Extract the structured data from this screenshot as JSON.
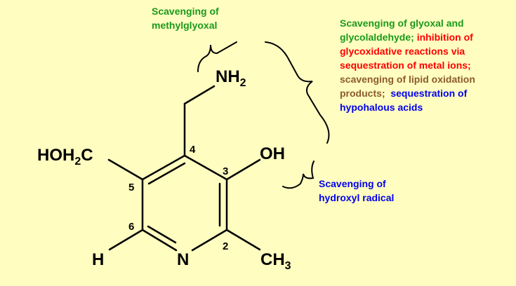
{
  "atoms": {
    "nh2_main": "NH",
    "nh2_sub": "2",
    "hoh2c_a": "HOH",
    "hoh2c_sub": "2",
    "hoh2c_b": "C",
    "oh": "OH",
    "h": "H",
    "n": "N",
    "ch3_main": "CH",
    "ch3_sub": "3"
  },
  "ring_numbers": {
    "c2": "2",
    "c3": "3",
    "c4": "4",
    "c5": "5",
    "c6": "6"
  },
  "annotations": {
    "methylglyoxal": {
      "line1": "Scavenging of",
      "line2": "methylglyoxal",
      "color": "#1a9a1a"
    },
    "amine": {
      "green_1": "Scavenging of  glyoxal and",
      "green_2": "glycolaldehyde;",
      "red_1": "inhibition of",
      "red_2": "glycoxidative reactions via",
      "red_3": "sequestration of metal ions;",
      "brown_1": "scavenging of lipid oxidation",
      "brown_2": "products;",
      "blue_1": "sequestration of",
      "blue_2": "hypohalous acids",
      "colors": {
        "green": "#1a9a1a",
        "red": "#ff0000",
        "brown": "#8b5a2b",
        "blue": "#0000ee"
      }
    },
    "hydroxyl": {
      "line1": "Scavenging of",
      "line2": "hydroxyl radical",
      "color": "#0000ee"
    }
  },
  "background": "#fffdc0"
}
